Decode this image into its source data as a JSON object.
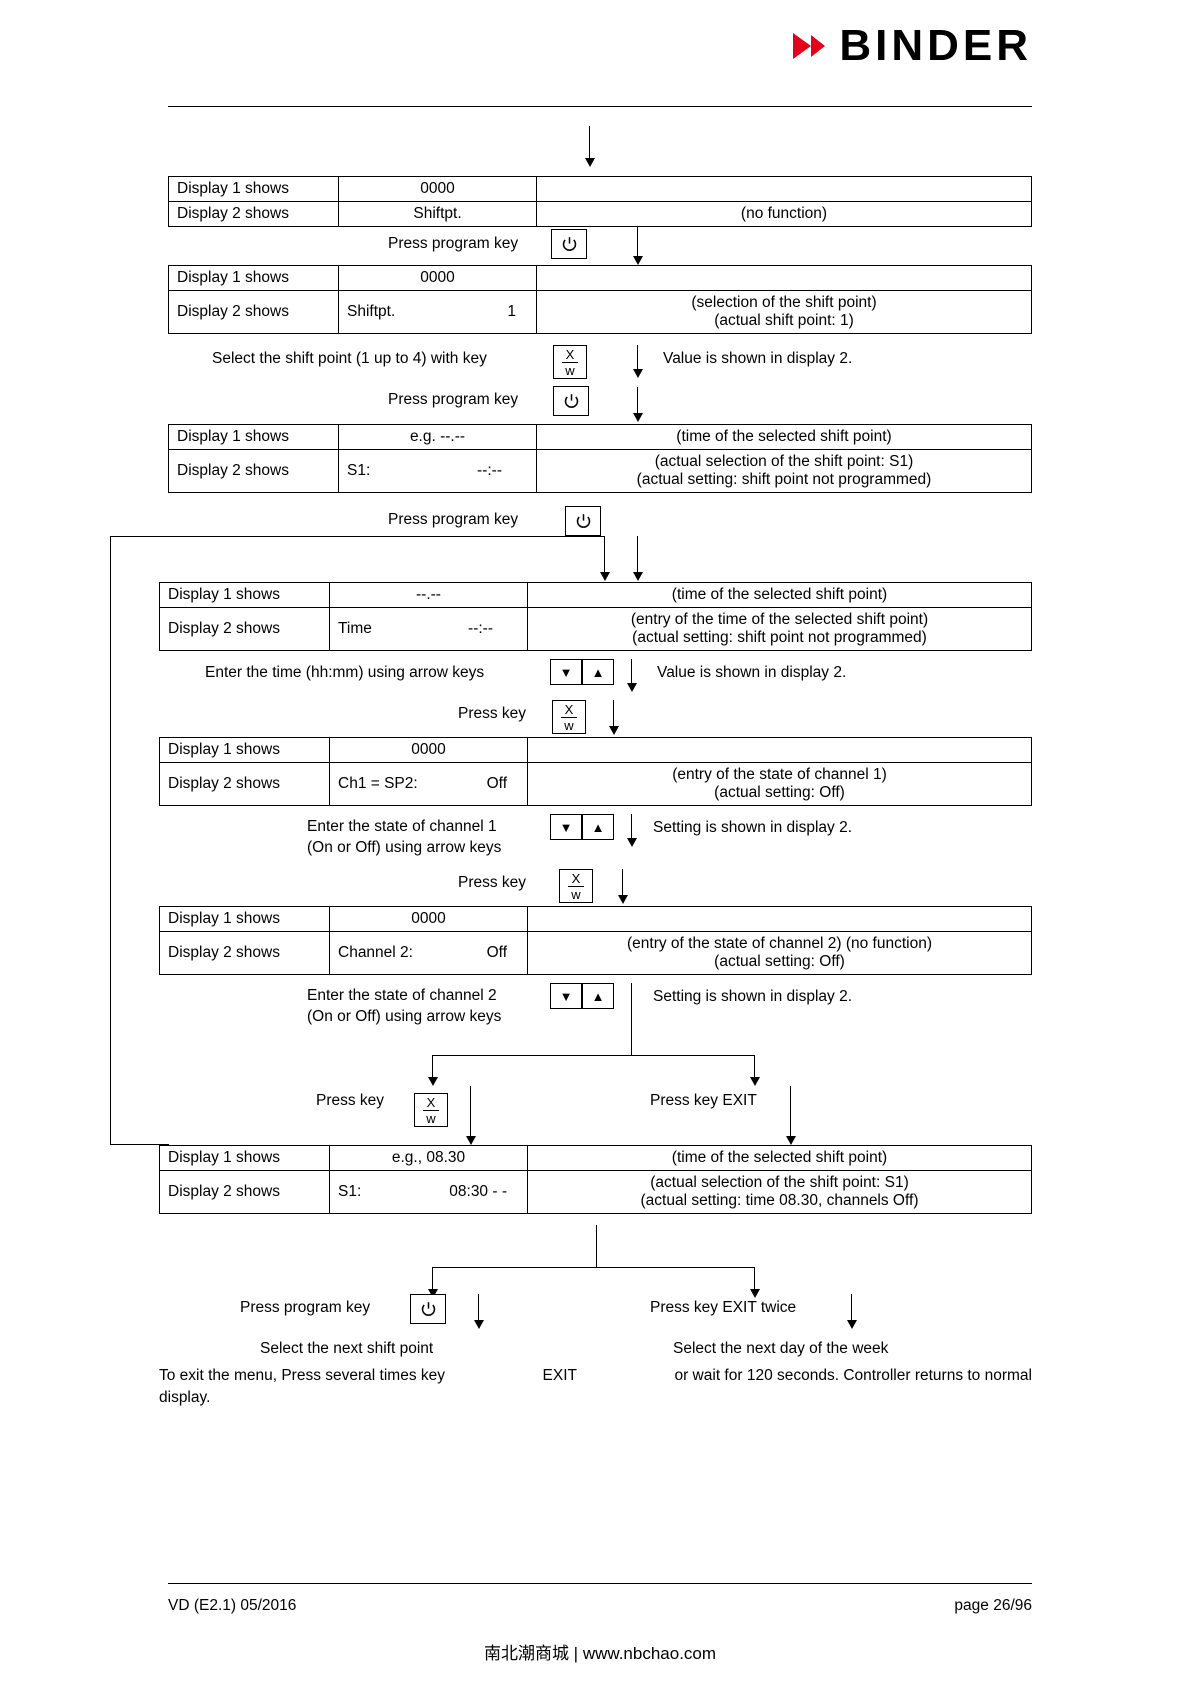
{
  "brand": {
    "name": "BINDER",
    "logo_icon": "binder-triangle-logo"
  },
  "footer": {
    "left": "VD (E2.1) 05/2016",
    "right": "page 26/96",
    "center": "南北潮商城 | www.nbchao.com"
  },
  "labels": {
    "display1": "Display 1 shows",
    "display2": "Display 2 shows",
    "press_program_key": "Press program key",
    "press_key": "Press key",
    "press_key_exit": "Press key",
    "exit": "EXIT",
    "exit_twice_suffix": "twice",
    "select_shift_point": "Select the shift point (1 up to 4) with key",
    "value_shown_display2": "Value is shown in display 2.",
    "setting_shown_display2": "Setting is shown in display 2.",
    "enter_time": "Enter the time (hh:mm) using arrow keys",
    "enter_ch1_line1": "Enter the state of channel 1",
    "enter_ch1_line2": "(On or Off) using arrow keys",
    "enter_ch2_line1": "Enter the state of channel 2",
    "enter_ch2_line2": "(On or Off) using arrow keys",
    "select_next_shift_point": "Select the next shift point",
    "select_next_day": "Select the next day of the week",
    "exit_note_part1": "To exit the menu, Press several times key",
    "exit_note_part2": "or wait for 120 seconds. Controller returns to normal",
    "exit_note_part3": "display.",
    "key_x": "X",
    "key_w": "w",
    "arrow_down_glyph": "▼",
    "arrow_up_glyph": "▲"
  },
  "blocks": [
    {
      "id": "block1",
      "rows": [
        {
          "label": "Display 1 shows",
          "value": "0000",
          "note": ""
        },
        {
          "label": "Display 2 shows",
          "value": "Shiftpt.",
          "note": "(no function)"
        }
      ]
    },
    {
      "id": "block2",
      "rows": [
        {
          "label": "Display 1 shows",
          "value": "0000",
          "note": ""
        },
        {
          "label": "Display 2 shows",
          "value_left": "Shiftpt.",
          "value_right": "1",
          "note_line1": "(selection of the shift point)",
          "note_line2": "(actual shift point: 1)"
        }
      ]
    },
    {
      "id": "block3",
      "rows": [
        {
          "label": "Display 1 shows",
          "value": "e.g. --.--",
          "note": "(time of the selected shift point)"
        },
        {
          "label": "Display 2 shows",
          "value_left": "S1:",
          "value_right": "--:--",
          "note_line1": "(actual selection of the shift point: S1)",
          "note_line2": "(actual setting: shift point not programmed)"
        }
      ]
    },
    {
      "id": "block4",
      "rows": [
        {
          "label": "Display 1 shows",
          "value": "--.--",
          "note": "(time of the selected shift point)"
        },
        {
          "label": "Display 2 shows",
          "value_left": "Time",
          "value_right": "--:--",
          "note_line1": "(entry of the time of the selected shift point)",
          "note_line2": "(actual setting: shift point not programmed)"
        }
      ]
    },
    {
      "id": "block5",
      "rows": [
        {
          "label": "Display 1 shows",
          "value": "0000",
          "note": ""
        },
        {
          "label": "Display 2 shows",
          "value_left": "Ch1 = SP2:",
          "value_right": "Off",
          "note_line1": "(entry of the state of channel 1)",
          "note_line2": "(actual setting: Off)"
        }
      ]
    },
    {
      "id": "block6",
      "rows": [
        {
          "label": "Display 1 shows",
          "value": "0000",
          "note": ""
        },
        {
          "label": "Display 2 shows",
          "value_left": "Channel 2:",
          "value_right": "Off",
          "note_line1": "(entry of the state of channel 2) (no function)",
          "note_line2": "(actual setting: Off)"
        }
      ]
    },
    {
      "id": "block7",
      "rows": [
        {
          "label": "Display 1 shows",
          "value": "e.g., 08.30",
          "note": "(time of the selected shift point)"
        },
        {
          "label": "Display 2 shows",
          "value_left": "S1:",
          "value_right": "08:30 - -",
          "note_line1": "(actual selection of the shift point: S1)",
          "note_line2": "(actual setting: time 08.30, channels Off)"
        }
      ]
    }
  ]
}
